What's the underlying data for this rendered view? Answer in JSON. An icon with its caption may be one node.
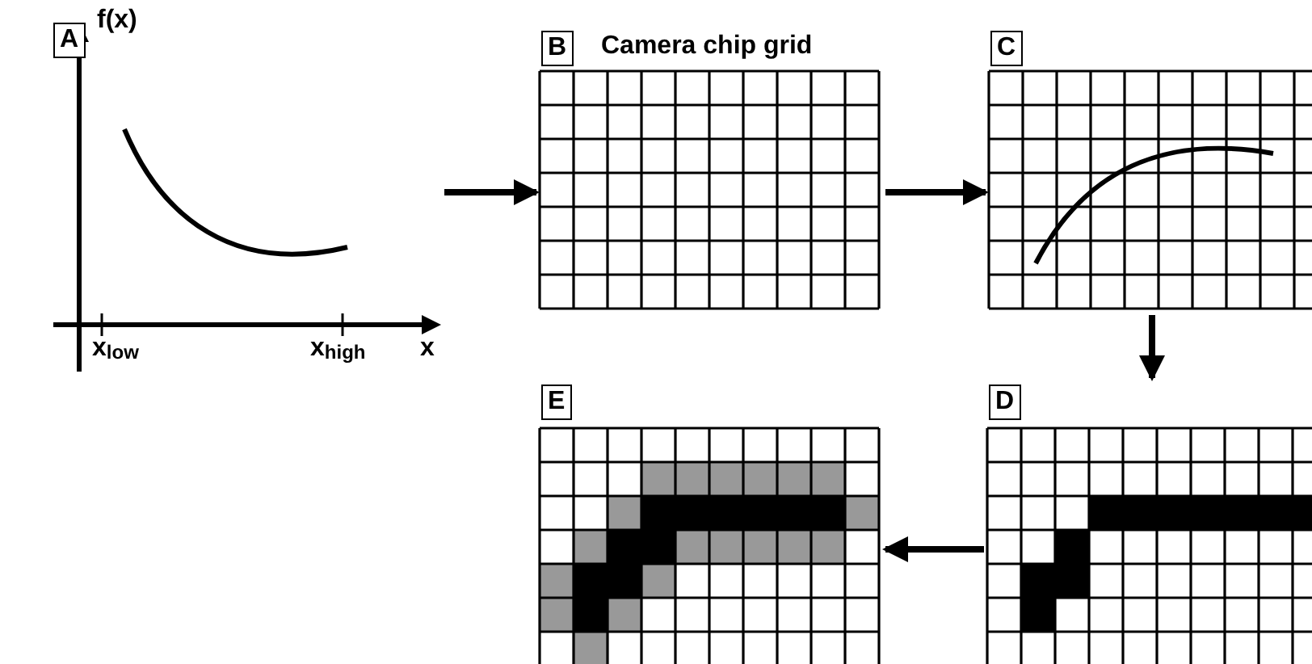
{
  "diagram": {
    "nodes": [
      {
        "text": [
          "A"
        ]
      },
      {
        "text": [
          "B",
          "Camera chip grid"
        ]
      },
      {
        "text": [
          "C"
        ]
      },
      {
        "text": [
          "D"
        ]
      },
      {
        "text": [
          "E"
        ]
      }
    ],
    "edges": [
      {
        "from": 0,
        "to": 1,
        "arrow": "to"
      },
      {
        "from": 1,
        "to": 2,
        "arrow": "to"
      },
      {
        "from": 2,
        "to": 3,
        "arrow": "to"
      },
      {
        "from": 3,
        "to": 4,
        "arrow": "to"
      }
    ],
    "labels": [
      "f(x)",
      "x$_{low}$",
      "x$_{high}$",
      "x"
    ]
  }
}
